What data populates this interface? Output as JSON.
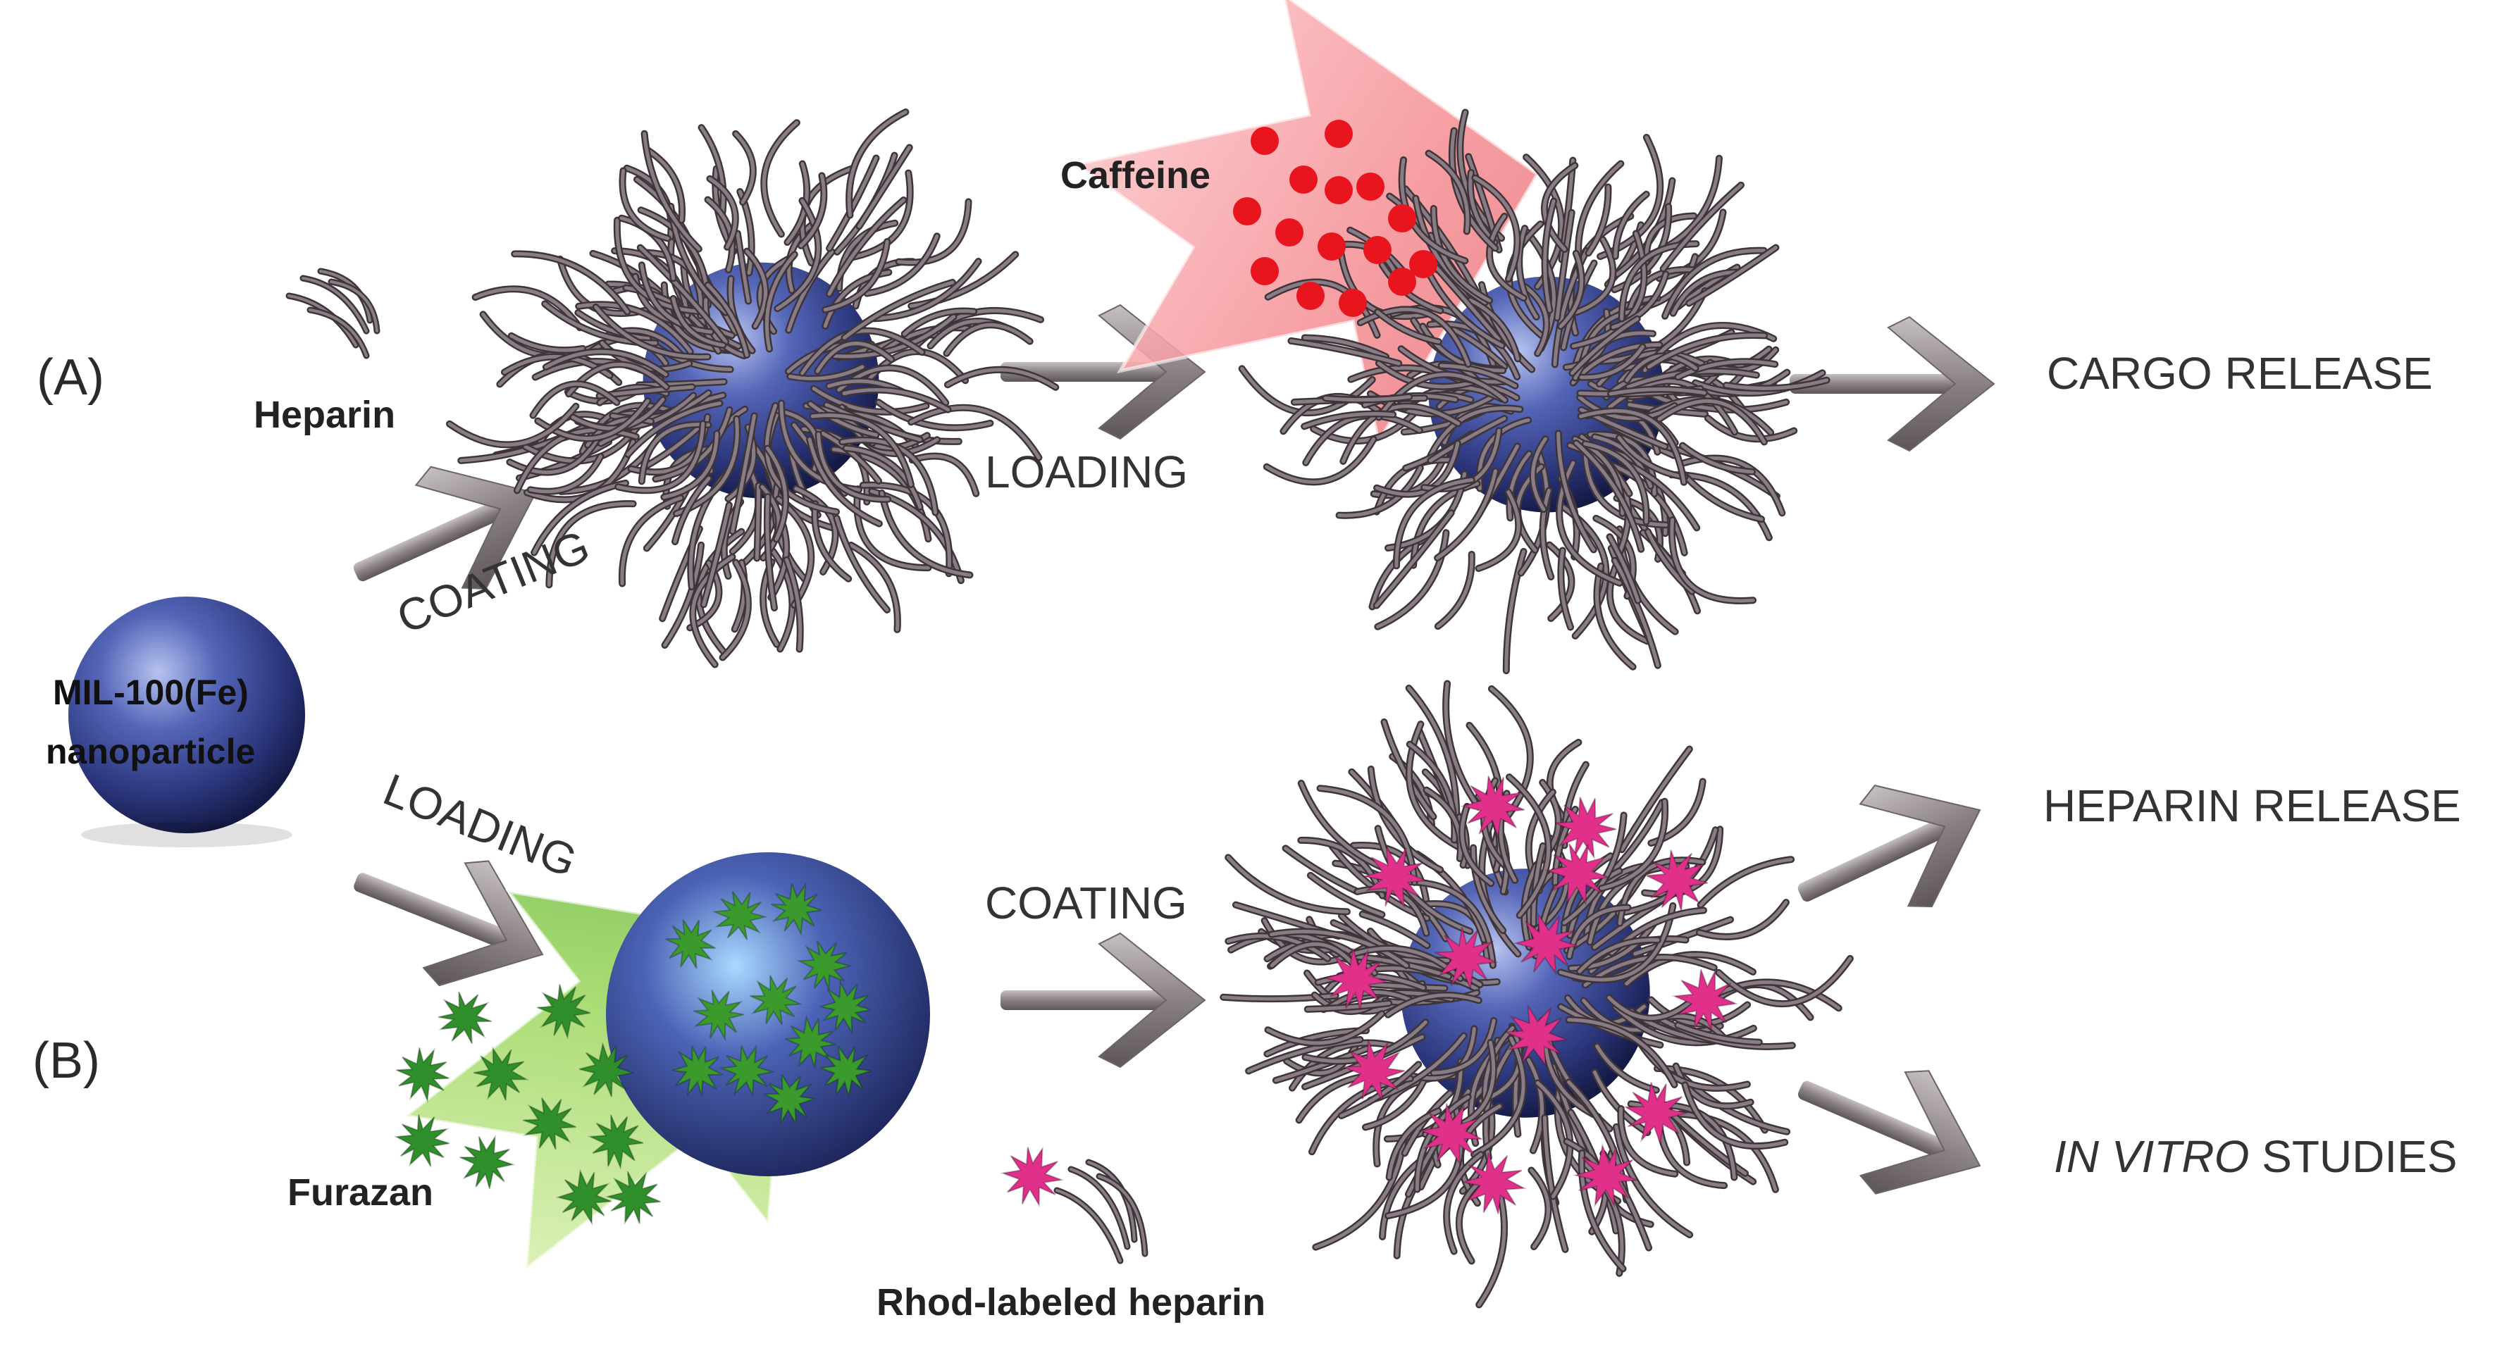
{
  "labels": {
    "panel_a": "(A)",
    "panel_b": "(B)",
    "heparin": "Heparin",
    "caffeine": "Caffeine",
    "coating_a": "COATING",
    "loading_a": "LOADING",
    "cargo_release": "CARGO RELEASE",
    "np_line1": "MIL-100(Fe)",
    "np_line2": "nanoparticle",
    "loading_b": "LOADING",
    "coating_b": "COATING",
    "furazan": "Furazan",
    "rhod_heparin": "Rhod-labeled heparin",
    "heparin_release": "HEPARIN RELEASE",
    "in_vitro": "IN VITRO",
    "studies": "STUDIES"
  },
  "colors": {
    "nanoparticle": "#3a4d9c",
    "heparin_strand": "#8a7c86",
    "caffeine": "#e8141e",
    "caffeine_arrow": "#f6a2a6",
    "furazan": "#2f8f2a",
    "furazan_arrow": "#8ed05a",
    "rhodamine": "#e0308a",
    "process_arrow": "#8f8689"
  }
}
